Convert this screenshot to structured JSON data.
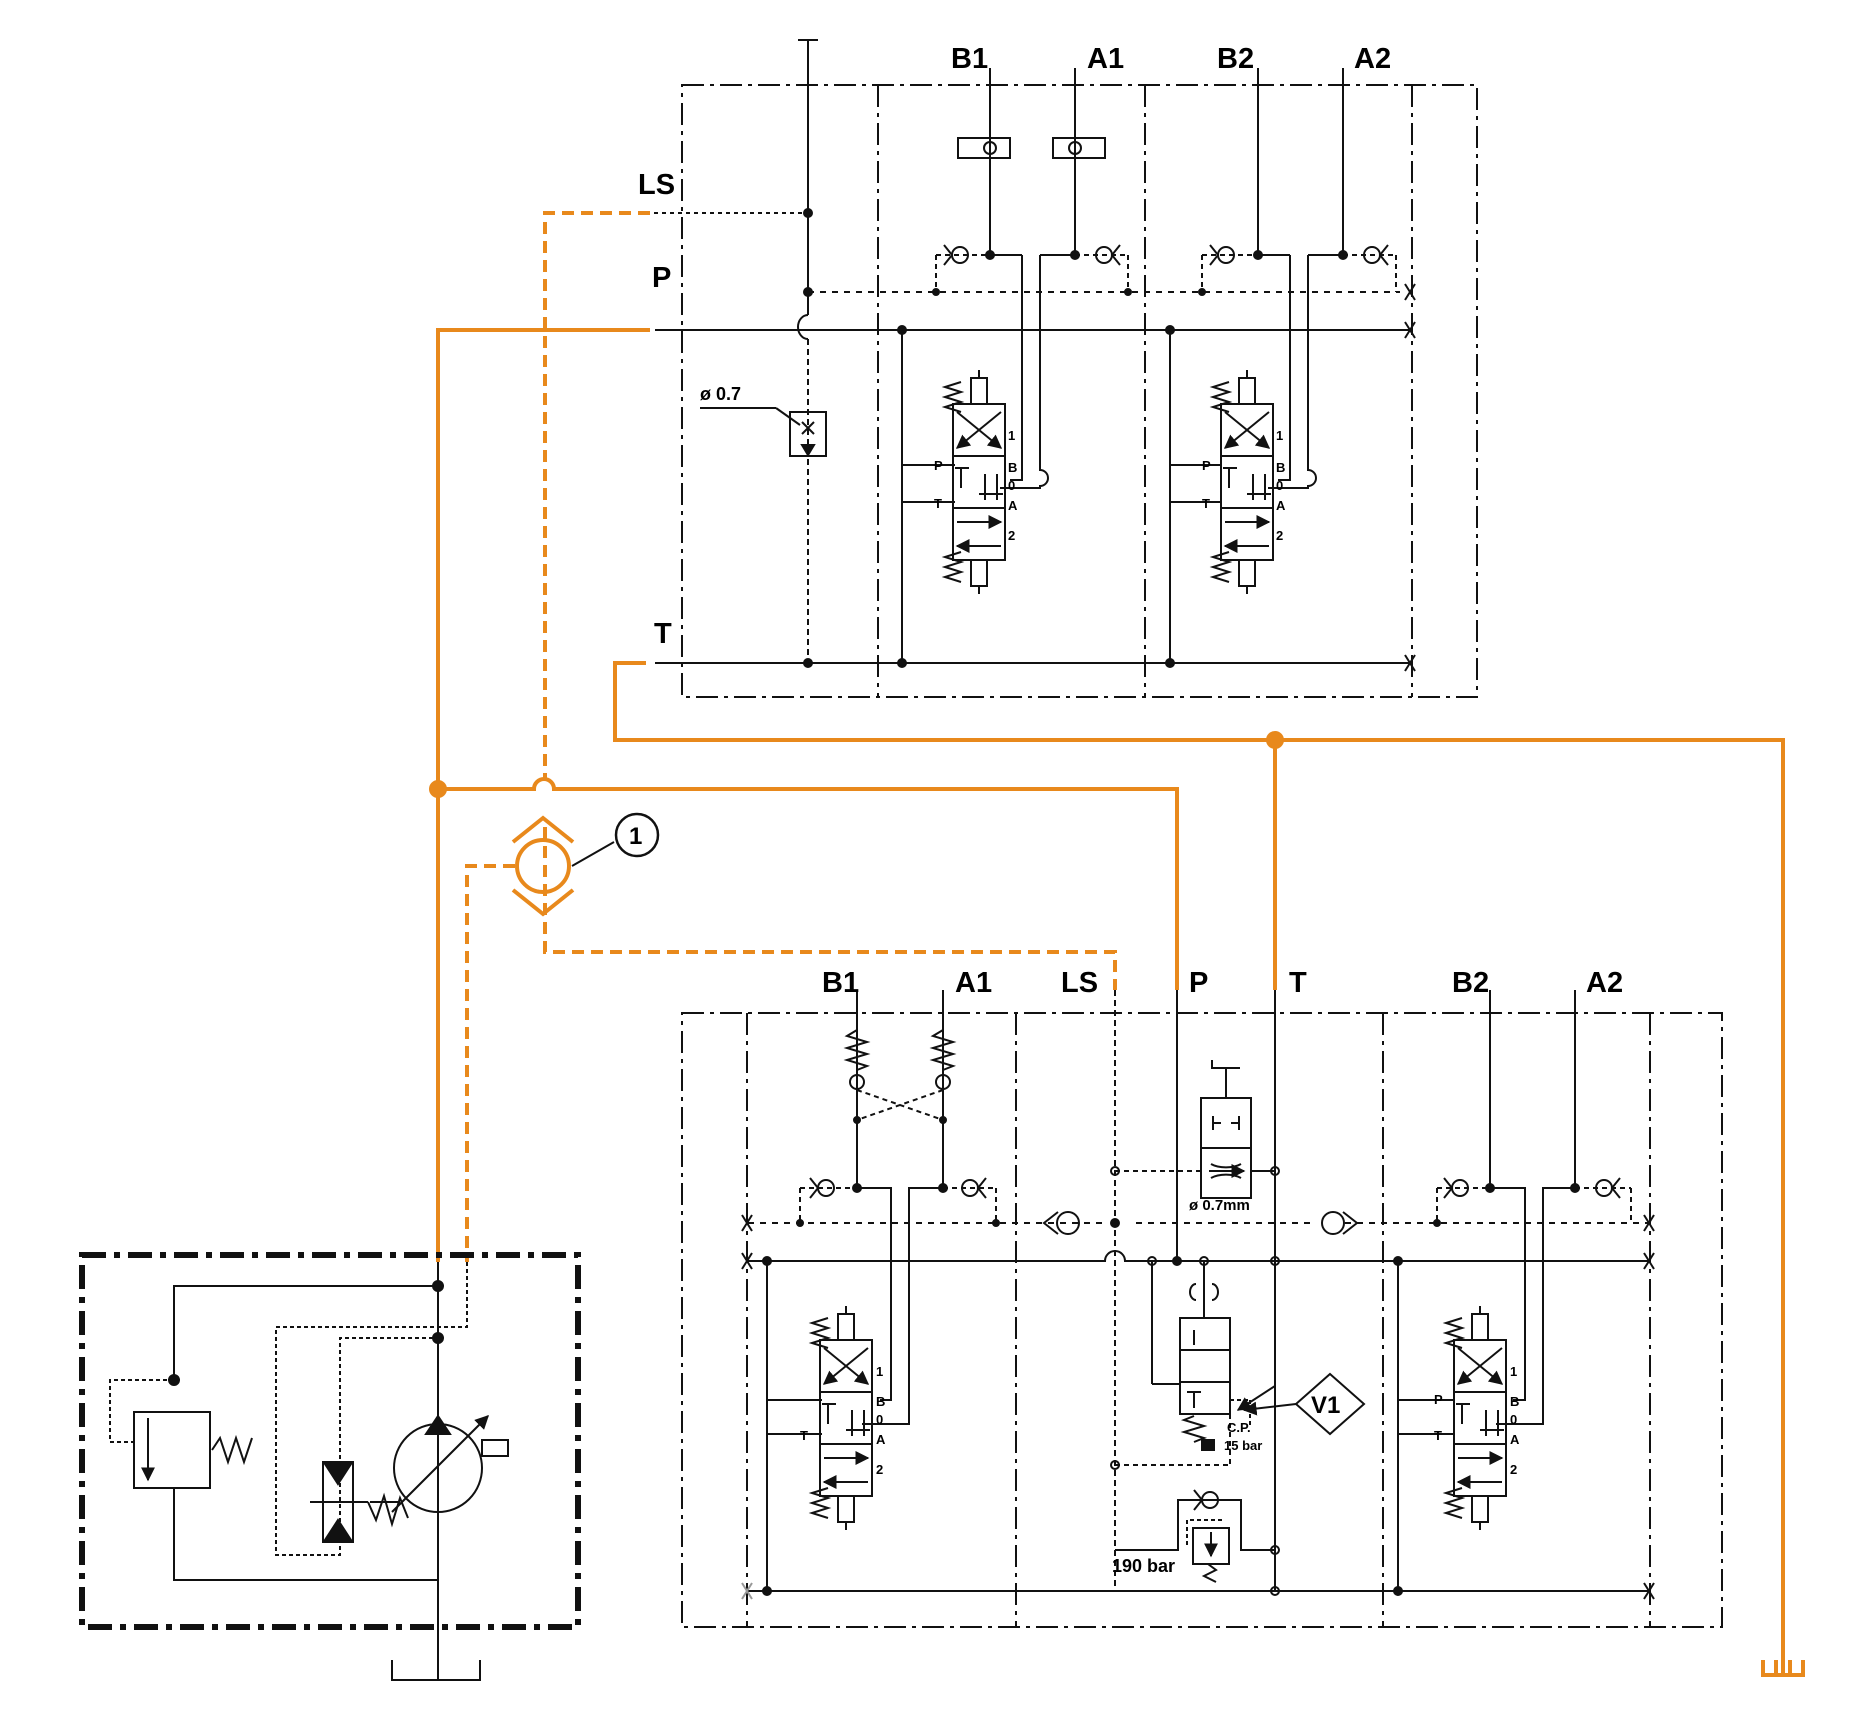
{
  "colors": {
    "line": "#111111",
    "accent": "#e8891c",
    "background": "#ffffff"
  },
  "upper_block": {
    "ports": {
      "b1": "B1",
      "a1": "A1",
      "b2": "B2",
      "a2": "A2",
      "ls": "LS",
      "p": "P",
      "t": "T"
    },
    "orifice": "ø 0.7",
    "spool_marks": {
      "one": "1",
      "two": "2",
      "zero": "0",
      "p": "P",
      "t": "T",
      "a": "A",
      "b": "B"
    }
  },
  "lower_block": {
    "ports": {
      "b1": "B1",
      "a1": "A1",
      "ls": "LS",
      "p": "P",
      "t": "T",
      "b2": "B2",
      "a2": "A2"
    },
    "orifice": "ø 0.7mm",
    "cp": "C.P.",
    "cp_pressure": "15 bar",
    "relief": "190 bar",
    "valve_tag": "V1",
    "spool_marks": {
      "one": "1",
      "two": "2",
      "zero": "0",
      "p": "P",
      "t": "T",
      "a": "A",
      "b": "B"
    }
  },
  "shuttle_callout": "1"
}
